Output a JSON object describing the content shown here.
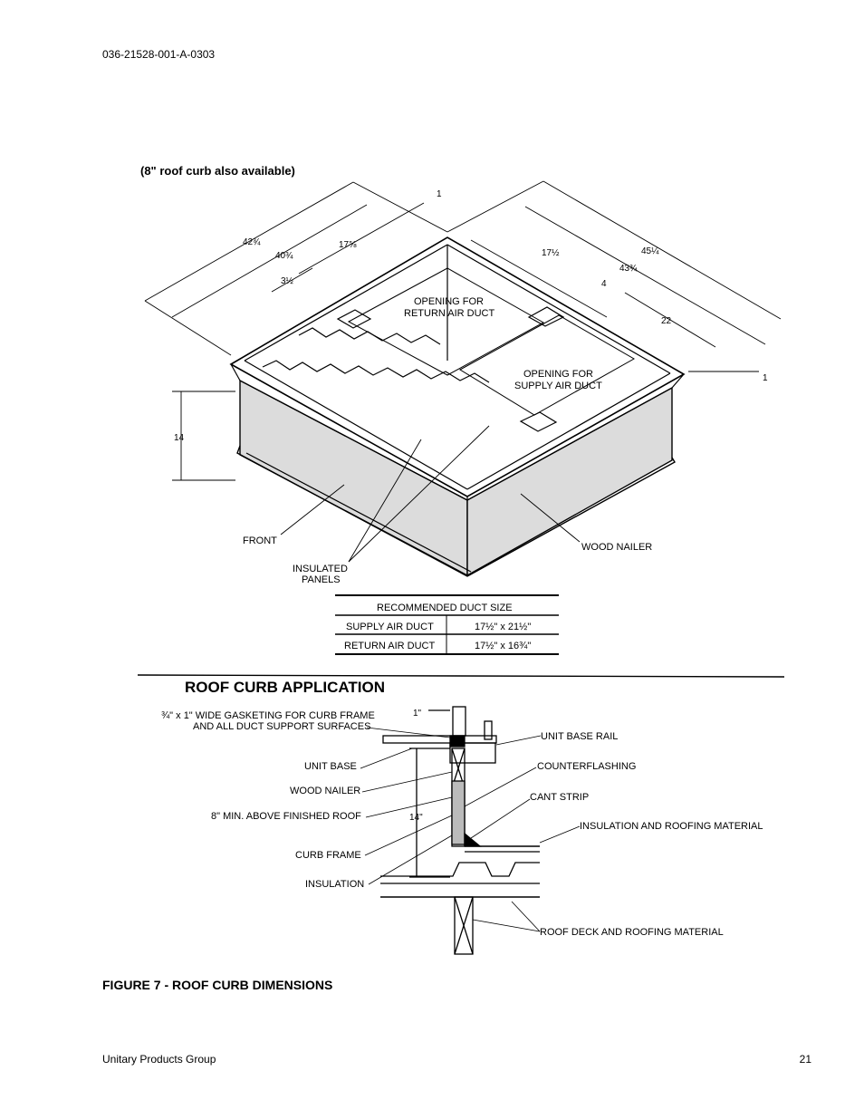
{
  "header": {
    "doc_id": "036-21528-001-A-0303"
  },
  "figure": {
    "note": "(8\" roof curb also available)",
    "dimensions": {
      "d42": "42¾",
      "d40": "40¾",
      "d17a": "17⅝",
      "d3": "3½",
      "d1a": "1",
      "d17b": "17½",
      "d45": "45¼",
      "d43": "43¾",
      "d4": "4",
      "d22": "22",
      "d1b": "1",
      "d14": "14"
    },
    "labels": {
      "return_opening": [
        "OPENING FOR",
        "RETURN AIR DUCT"
      ],
      "supply_opening": [
        "OPENING FOR",
        "SUPPLY AIR DUCT"
      ],
      "front": "FRONT",
      "insulated_panels": [
        "INSULATED",
        "PANELS"
      ],
      "wood_nailer": "WOOD NAILER"
    },
    "table": {
      "header": "RECOMMENDED DUCT SIZE",
      "rows": [
        {
          "name": "SUPPLY AIR DUCT",
          "size": "17½\" x 21½\""
        },
        {
          "name": "RETURN AIR DUCT",
          "size": "17½\" x 16¾\""
        }
      ]
    },
    "application_title": "ROOF CURB APPLICATION",
    "section": {
      "gasket": [
        "¾\" x 1\" WIDE GASKETING FOR CURB FRAME",
        "AND ALL DUCT SUPPORT SURFACES"
      ],
      "one_inch": "1\"",
      "unit_base": "UNIT BASE",
      "wood_nailer": "WOOD NAILER",
      "min_above": "8\" MIN. ABOVE FINISHED ROOF",
      "fourteen": "14\"",
      "curb_frame": "CURB FRAME",
      "insulation": "INSULATION",
      "unit_base_rail": "UNIT BASE RAIL",
      "counterflashing": "COUNTERFLASHING",
      "cant_strip": "CANT STRIP",
      "insulation_roofing": "INSULATION AND ROOFING MATERIAL",
      "roof_deck": "ROOF DECK AND ROOFING MATERIAL"
    },
    "caption": "FIGURE 7 - ROOF CURB DIMENSIONS"
  },
  "footer": {
    "company": "Unitary Products Group",
    "page": "21"
  }
}
